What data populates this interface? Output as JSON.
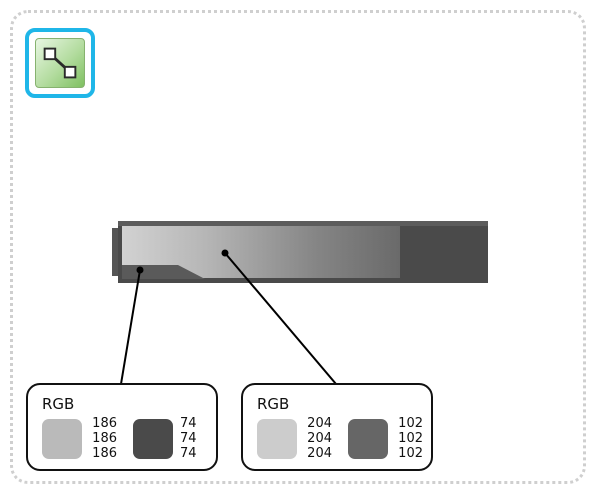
{
  "tool": {
    "icon": "connect-line-icon"
  },
  "swatch_groups": [
    {
      "label": "RGB",
      "swatches": [
        {
          "color": "#bababa",
          "r": "186",
          "g": "186",
          "b": "186"
        },
        {
          "color": "#4a4a4a",
          "r": "74",
          "g": "74",
          "b": "74"
        }
      ]
    },
    {
      "label": "RGB",
      "swatches": [
        {
          "color": "#cccccc",
          "r": "204",
          "g": "204",
          "b": "204"
        },
        {
          "color": "#666666",
          "r": "102",
          "g": "102",
          "b": "102"
        }
      ]
    }
  ],
  "colors": {
    "bar_dark": "#4a4a4a",
    "bar_light": "#cccccc",
    "bar_mid": "#bababa",
    "highlight": "#1fb6e8"
  }
}
